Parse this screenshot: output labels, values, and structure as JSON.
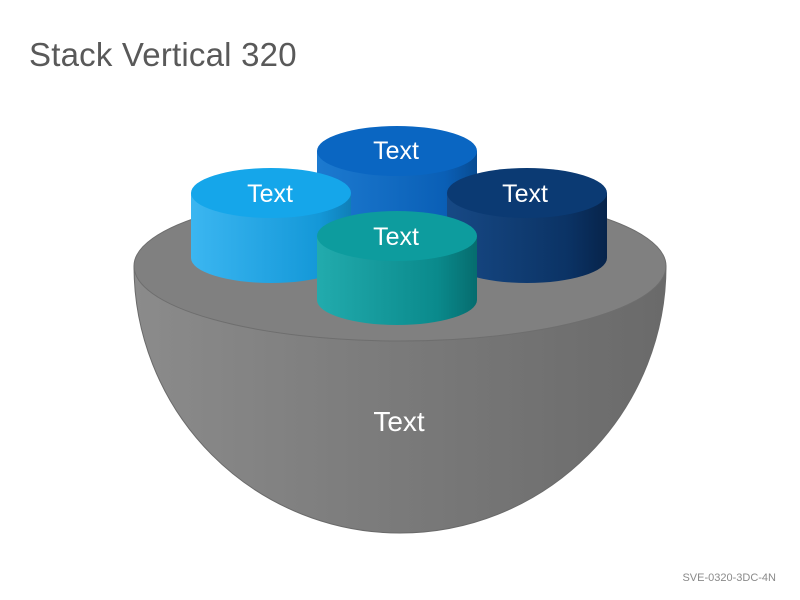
{
  "title": "Stack Vertical 320",
  "slide_code": "SVE-0320-3DC-4N",
  "bowl": {
    "label": "Text",
    "color": "#7a7a7a"
  },
  "cylinders": [
    {
      "name": "back",
      "label": "Text",
      "color": "#0a66c2"
    },
    {
      "name": "left",
      "label": "Text",
      "color": "#15a6ea"
    },
    {
      "name": "right",
      "label": "Text",
      "color": "#0b3a73"
    },
    {
      "name": "front",
      "label": "Text",
      "color": "#0d9c9e"
    }
  ]
}
